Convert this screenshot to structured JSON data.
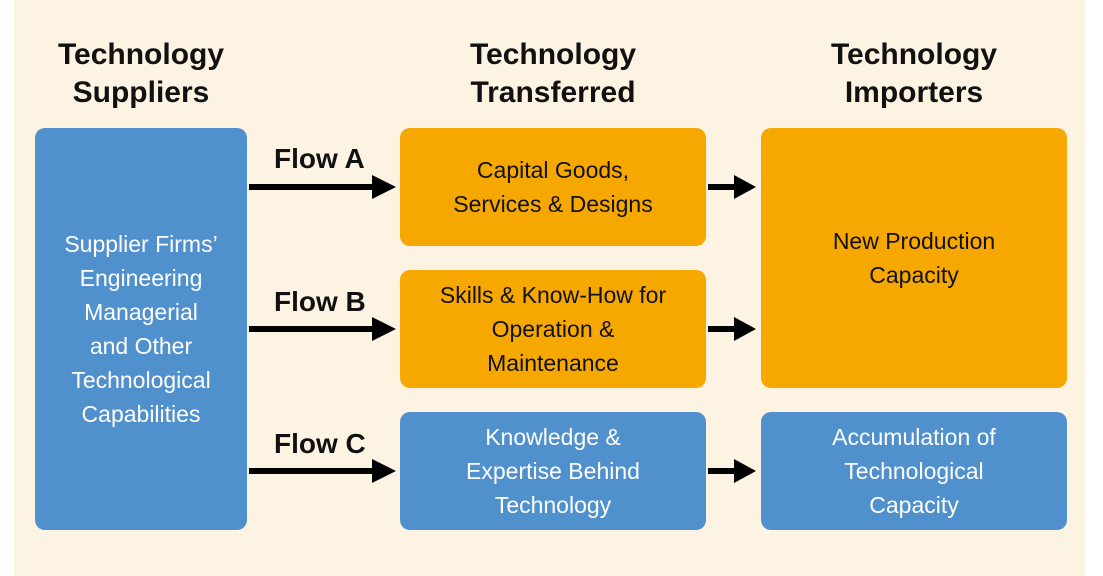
{
  "headers": {
    "suppliers": "Technology\nSuppliers",
    "transferred": "Technology\nTransferred",
    "importers": "Technology\nImporters"
  },
  "supplier_box": "Supplier Firms’\nEngineering\nManagerial\nand Other\nTechnological\nCapabilities",
  "flows": [
    {
      "label": "Flow A",
      "transferred": "Capital Goods,\nServices & Designs"
    },
    {
      "label": "Flow B",
      "transferred": "Skills & Know-How for\nOperation &\nMaintenance"
    },
    {
      "label": "Flow C",
      "transferred": "Knowledge &\nExpertise Behind\nTechnology"
    }
  ],
  "importers": {
    "production": "New Production\nCapacity",
    "accumulation": "Accumulation of\nTechnological\nCapacity"
  },
  "colors": {
    "background": "#fdf3e2",
    "blue": "#4f90cd",
    "orange": "#f6a800",
    "arrow": "#000000"
  }
}
